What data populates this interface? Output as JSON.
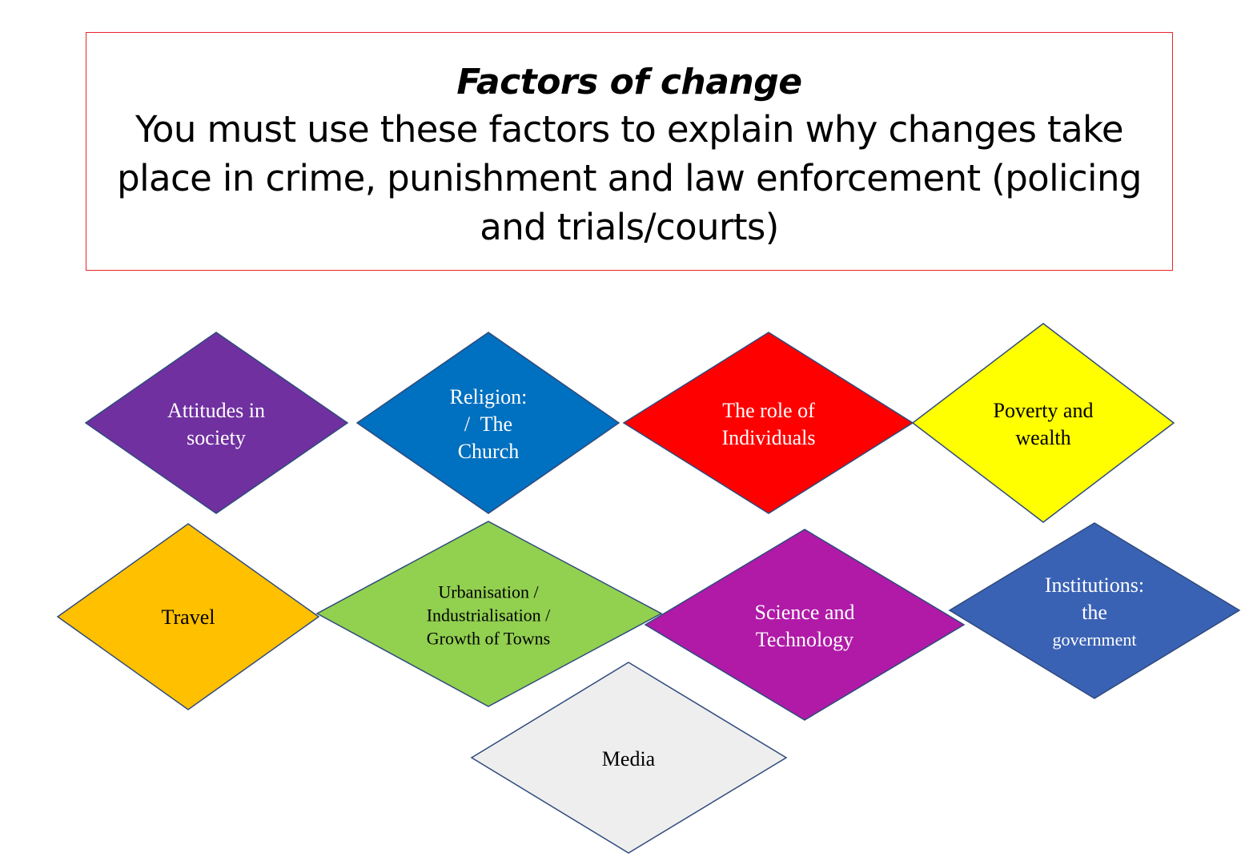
{
  "header": {
    "title": "Factors of change",
    "body": "You must use these factors to explain why changes take place in crime, punishment and law enforcement (policing and trials/courts)",
    "border_color": "#e8262a"
  },
  "factors": [
    {
      "id": "attitudes",
      "lines": [
        "Attitudes in",
        "society"
      ],
      "fill": "#7030a0",
      "text_color": "#ffffff"
    },
    {
      "id": "religion",
      "lines": [
        "Religion:",
        "/  The",
        "Church"
      ],
      "fill": "#0070c0",
      "text_color": "#ffffff"
    },
    {
      "id": "individuals",
      "lines": [
        "The role of",
        "Individuals"
      ],
      "fill": "#ff0000",
      "text_color": "#ffffff"
    },
    {
      "id": "poverty",
      "lines": [
        "Poverty and",
        "wealth"
      ],
      "fill": "#ffff00",
      "text_color": "#000000"
    },
    {
      "id": "travel",
      "lines": [
        "Travel"
      ],
      "fill": "#ffc000",
      "text_color": "#000000"
    },
    {
      "id": "urbanisation",
      "lines": [
        "Urbanisation /",
        "Industrialisation /",
        "Growth of Towns"
      ],
      "fill": "#92d050",
      "text_color": "#000000"
    },
    {
      "id": "science",
      "lines": [
        "Science and",
        "Technology"
      ],
      "fill": "#b01aa7",
      "text_color": "#ffffff"
    },
    {
      "id": "institutions",
      "lines": [
        "Institutions:",
        "the",
        "government"
      ],
      "fill": "#3a62b4",
      "text_color": "#ffffff"
    },
    {
      "id": "media",
      "lines": [
        "Media"
      ],
      "fill": "#eeeeee",
      "text_color": "#000000"
    }
  ],
  "outline_color": "#2f4b7c"
}
